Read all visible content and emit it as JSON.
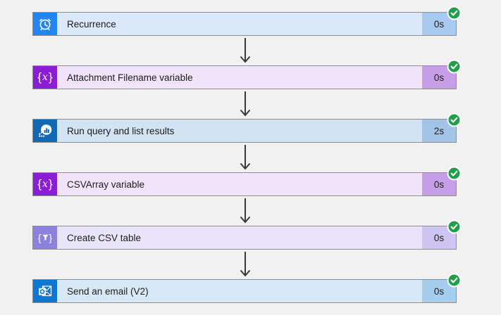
{
  "flow": {
    "status_color": "#1ea047",
    "connector_color": "#3a3a3a",
    "steps": [
      {
        "label": "Recurrence",
        "duration": "0s",
        "icon": "recurrence-clock-icon",
        "icon_bg": "#2385f2",
        "bar_bg": "#dce9fa",
        "chip_bg": "#a8c9f0"
      },
      {
        "label": "Attachment Filename variable",
        "duration": "0s",
        "icon": "variable-icon",
        "icon_bg": "#8a1ed6",
        "bar_bg": "#f0e3fa",
        "chip_bg": "#c79fe8"
      },
      {
        "label": "Run query and list results",
        "duration": "2s",
        "icon": "azure-monitor-logs-icon",
        "icon_bg": "#1268b3",
        "bar_bg": "#d2e3f4",
        "chip_bg": "#a2c4e6"
      },
      {
        "label": "CSVArray variable",
        "duration": "0s",
        "icon": "variable-icon",
        "icon_bg": "#8a1ed6",
        "bar_bg": "#f0e3fa",
        "chip_bg": "#c79fe8"
      },
      {
        "label": "Create CSV table",
        "duration": "0s",
        "icon": "data-operation-icon",
        "icon_bg": "#8d81de",
        "bar_bg": "#e9e4f9",
        "chip_bg": "#cec5f2"
      },
      {
        "label": "Send an email (V2)",
        "duration": "0s",
        "icon": "outlook-icon",
        "icon_bg": "#0e77d3",
        "bar_bg": "#d7e9f7",
        "chip_bg": "#a4cdee"
      }
    ]
  }
}
